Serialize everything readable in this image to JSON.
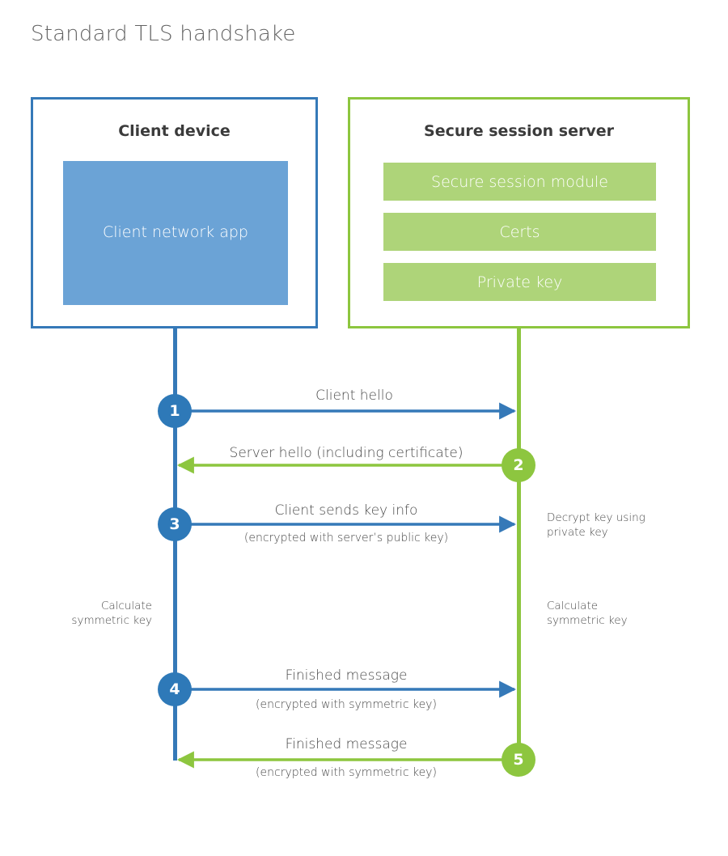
{
  "title": "Standard TLS handshake",
  "colors": {
    "client_border": "#3579B8",
    "client_fill": "#6BA3D6",
    "client_accent": "#2E79B8",
    "server_border": "#8DC63F",
    "server_fill": "#AED479",
    "server_accent": "#8DC63F",
    "text": "#4a4a4a",
    "title_text": "#636363",
    "background": "#ffffff"
  },
  "client": {
    "title": "Client device",
    "app_label": "Client network app"
  },
  "server": {
    "title": "Secure session server",
    "components": [
      {
        "label": "Secure session module"
      },
      {
        "label": "Certs"
      },
      {
        "label": "Private key"
      }
    ]
  },
  "steps": [
    {
      "number": "1",
      "side": "client",
      "direction": "client-to-server",
      "label": "Client hello",
      "sub": ""
    },
    {
      "number": "2",
      "side": "server",
      "direction": "server-to-client",
      "label": "Server hello (including certificate)",
      "sub": ""
    },
    {
      "number": "3",
      "side": "client",
      "direction": "client-to-server",
      "label": "Client sends key info",
      "sub": "(encrypted with server’s public key)"
    },
    {
      "number": "4",
      "side": "client",
      "direction": "client-to-server",
      "label": "Finished message",
      "sub": "(encrypted with symmetric key)"
    },
    {
      "number": "5",
      "side": "server",
      "direction": "server-to-client",
      "label": "Finished message",
      "sub": "(encrypted with symmetric key)"
    }
  ],
  "annotations": {
    "decrypt_key": "Decrypt key using\nprivate key",
    "calculate_symmetric_key_client": "Calculate\nsymmetric key",
    "calculate_symmetric_key_server": "Calculate\nsymmetric key"
  }
}
